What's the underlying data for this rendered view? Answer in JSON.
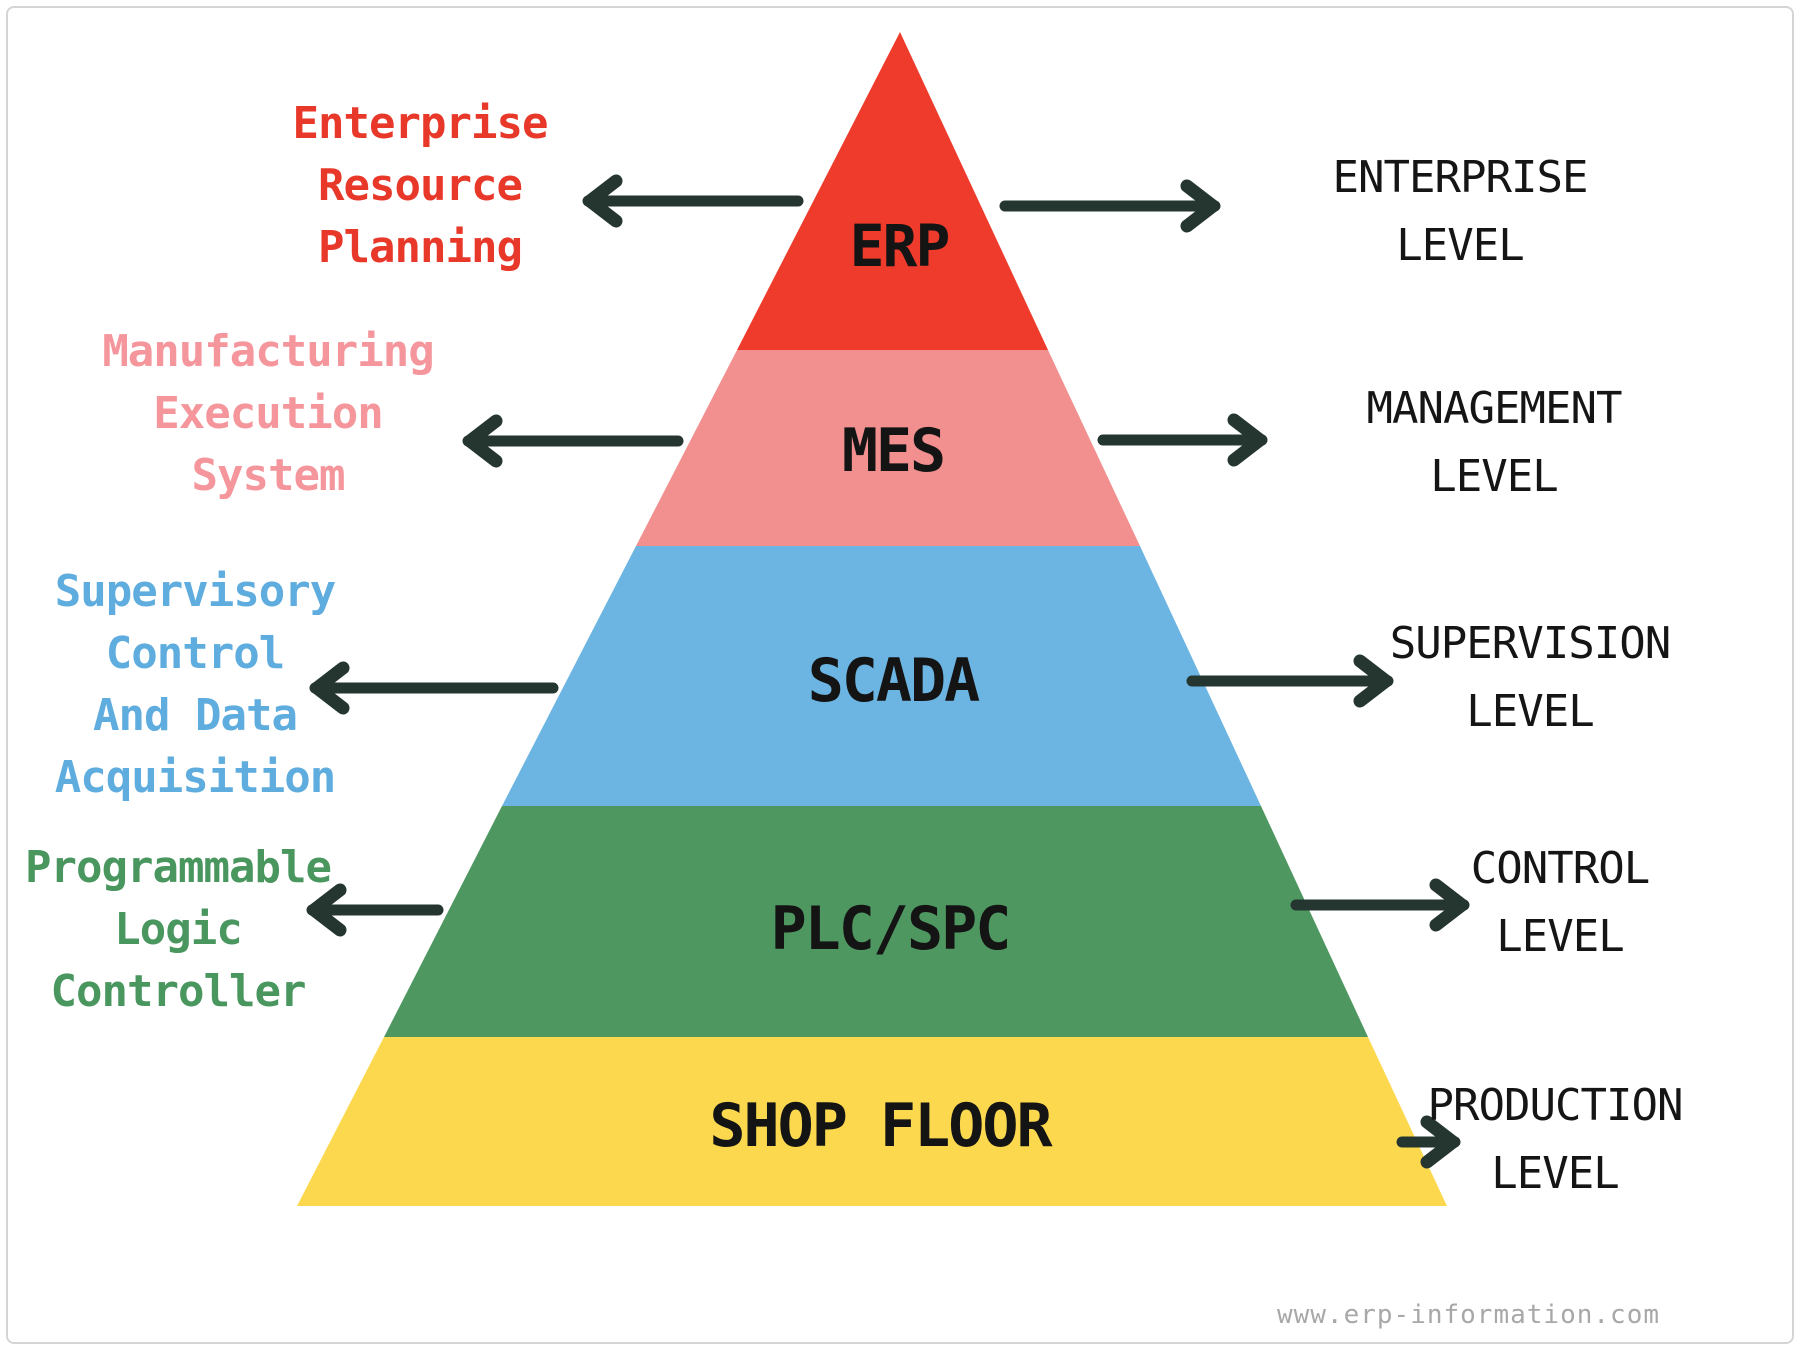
{
  "watermark": "www.erp-information.com",
  "arrow_color": "#24362F",
  "layers": [
    {
      "id": "erp",
      "acronym": "ERP",
      "band_color": "#EE3B2C",
      "expansion": [
        "Enterprise",
        "Resource",
        "Planning"
      ],
      "expansion_color": "#E8382A",
      "level_lines": [
        "ENTERPRISE",
        "LEVEL"
      ]
    },
    {
      "id": "mes",
      "acronym": "MES",
      "band_color": "#F29090",
      "expansion": [
        "Manufacturing",
        "Execution",
        "System"
      ],
      "expansion_color": "#F4969B",
      "level_lines": [
        "MANAGEMENT",
        "LEVEL"
      ]
    },
    {
      "id": "scada",
      "acronym": "SCADA",
      "band_color": "#6CB5E2",
      "expansion": [
        "Supervisory",
        "Control",
        "And Data",
        "Acquisition"
      ],
      "expansion_color": "#5FACDE",
      "level_lines": [
        "SUPERVISION",
        "LEVEL"
      ]
    },
    {
      "id": "plc",
      "acronym": "PLC/SPC",
      "band_color": "#4F9761",
      "expansion": [
        "Programmable",
        "Logic",
        "Controller"
      ],
      "expansion_color": "#49965F",
      "level_lines": [
        "CONTROL",
        "LEVEL"
      ]
    },
    {
      "id": "shop-floor",
      "acronym": "SHOP FLOOR",
      "band_color": "#FBD84E",
      "expansion": [],
      "level_lines": [
        "PRODUCTION",
        "LEVEL"
      ]
    }
  ]
}
